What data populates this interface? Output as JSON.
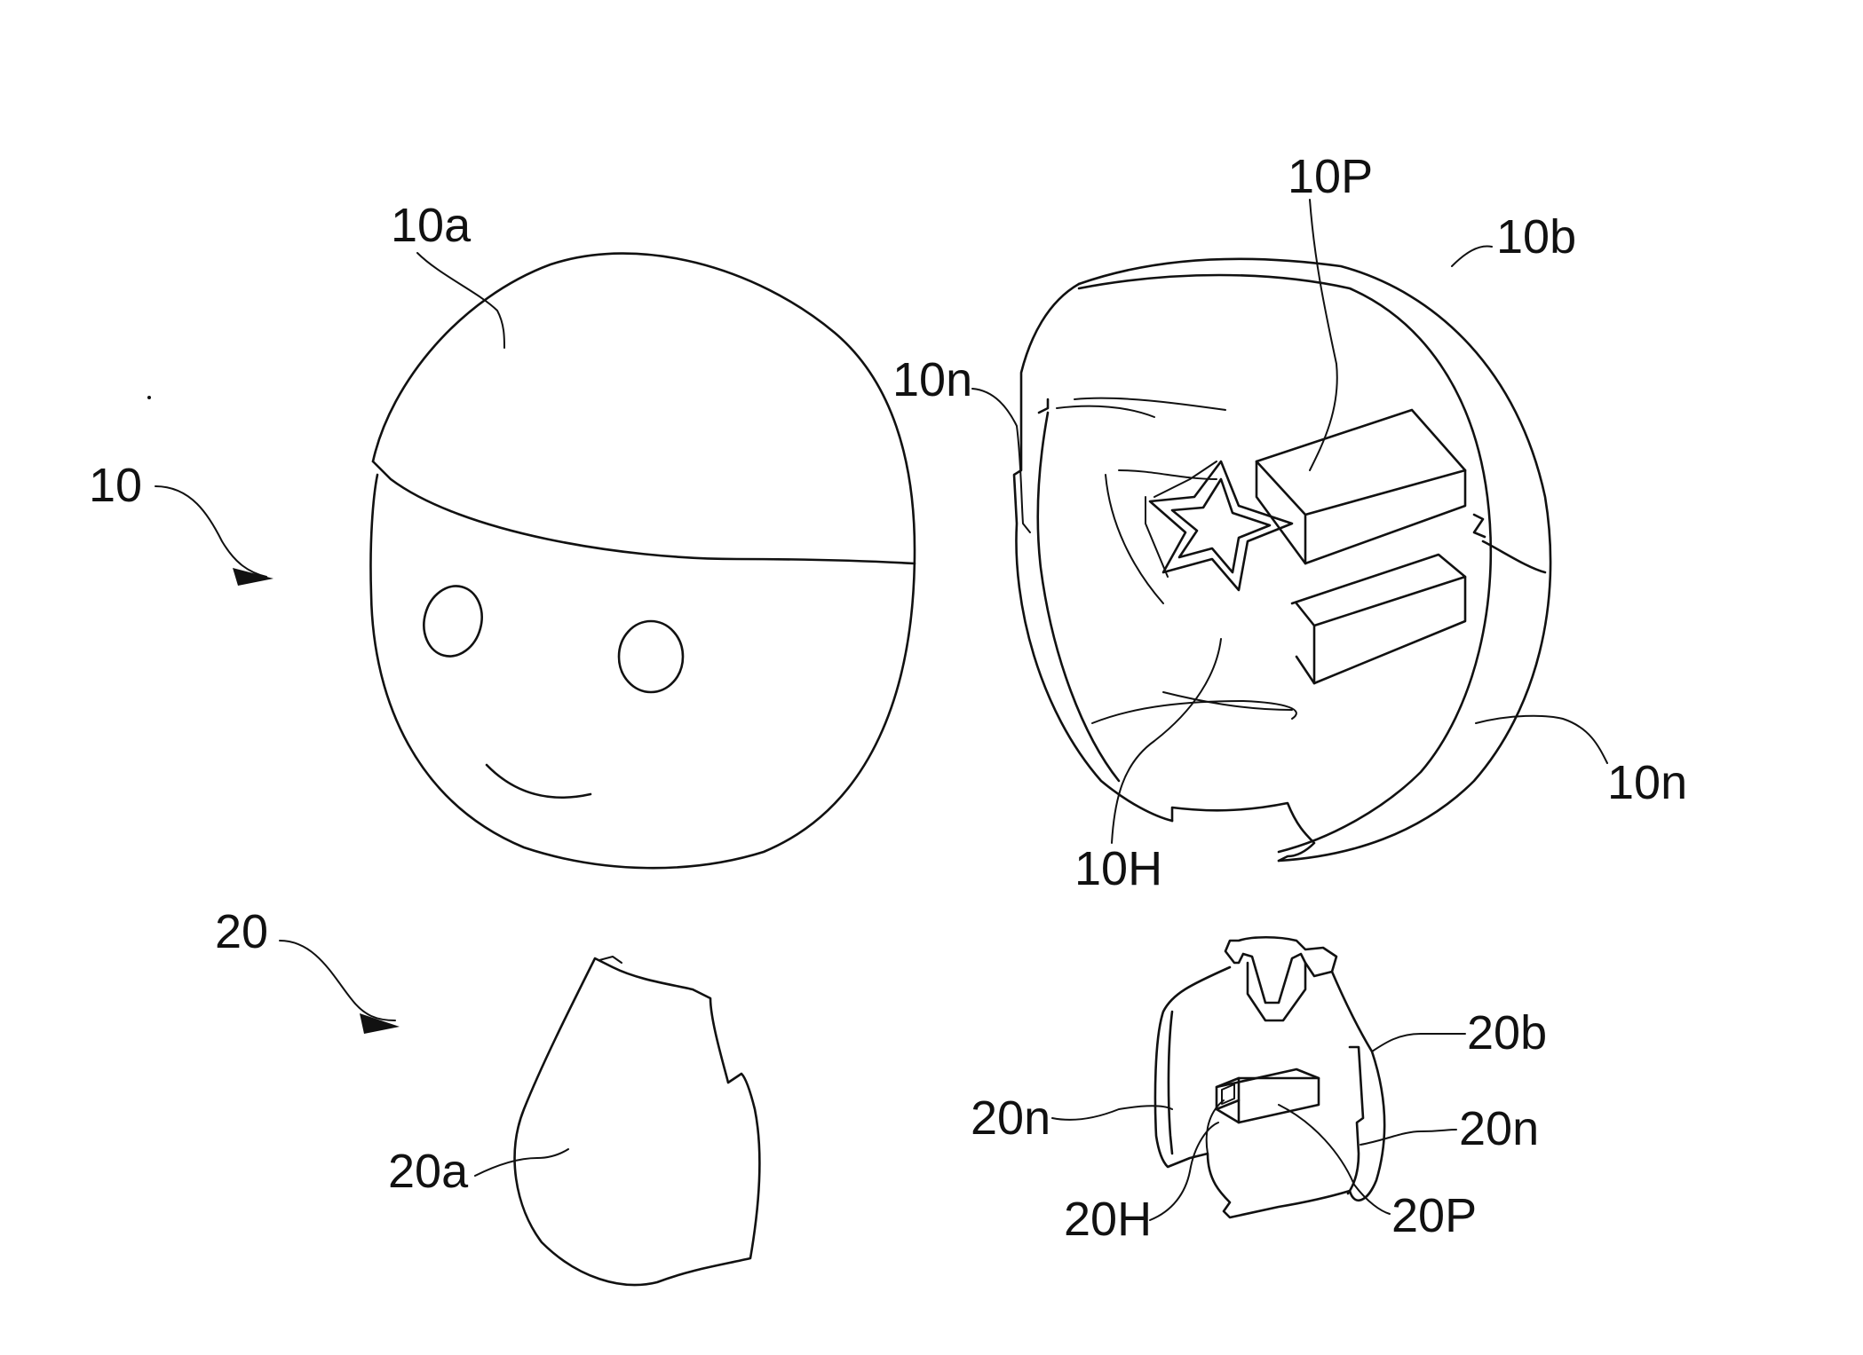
{
  "labels": {
    "ref_10": "10",
    "ref_10a": "10a",
    "ref_10b": "10b",
    "ref_10P": "10P",
    "ref_10n_left": "10n",
    "ref_10n_right": "10n",
    "ref_10H": "10H",
    "ref_20": "20",
    "ref_20a": "20a",
    "ref_20b": "20b",
    "ref_20n_left": "20n",
    "ref_20n_right": "20n",
    "ref_20H": "20H",
    "ref_20P": "20P"
  }
}
